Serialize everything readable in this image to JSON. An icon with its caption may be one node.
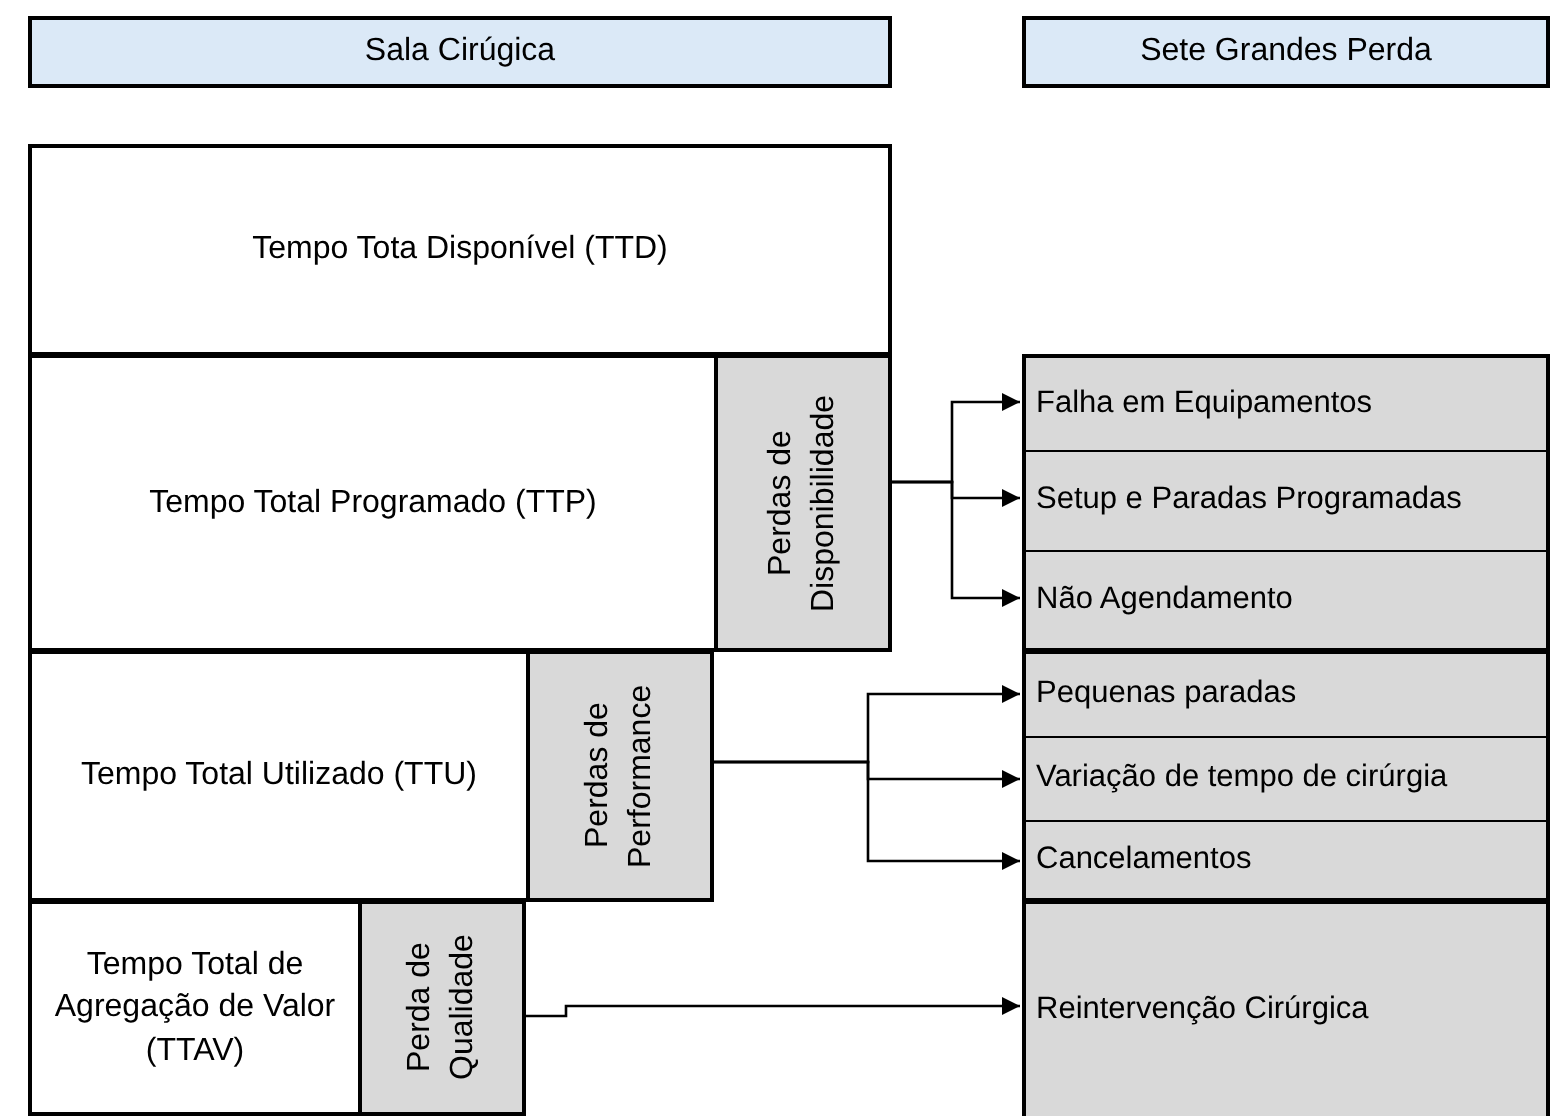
{
  "diagram": {
    "nodes": [
      {
        "text": [
          "Sala Cirúgica"
        ]
      },
      {
        "text": [
          "Sete Grandes Perda"
        ]
      },
      {
        "text": [
          "Tempo Tota Disponível (TTD)"
        ]
      },
      {
        "text": [
          "Tempo Total Programado (TTP)"
        ]
      },
      {
        "text": [
          "Perdas de Disponibilidade"
        ]
      },
      {
        "text": [
          "Tempo Total Utilizado (TTU)"
        ]
      },
      {
        "text": [
          "Perdas de Performance"
        ]
      },
      {
        "text": [
          "Tempo Total de Agregação de Valor (TTAV)"
        ]
      },
      {
        "text": [
          "Perda de Qualidade"
        ]
      },
      {
        "text": [
          "Falha em Equipamentos"
        ]
      },
      {
        "text": [
          "Setup e Paradas Programadas"
        ]
      },
      {
        "text": [
          "Não Agendamento"
        ]
      },
      {
        "text": [
          "Pequenas paradas"
        ]
      },
      {
        "text": [
          "Variação de tempo de cirúrgia"
        ]
      },
      {
        "text": [
          "Cancelamentos"
        ]
      },
      {
        "text": [
          "Reintervenção Cirúrgica"
        ]
      }
    ],
    "edges": [
      {
        "from": 4,
        "to": 9,
        "arrow": "to"
      },
      {
        "from": 4,
        "to": 10,
        "arrow": "to"
      },
      {
        "from": 4,
        "to": 11,
        "arrow": "to"
      },
      {
        "from": 6,
        "to": 12,
        "arrow": "to"
      },
      {
        "from": 6,
        "to": 13,
        "arrow": "to"
      },
      {
        "from": 6,
        "to": 14,
        "arrow": "to"
      },
      {
        "from": 8,
        "to": 15,
        "arrow": "to"
      }
    ]
  }
}
